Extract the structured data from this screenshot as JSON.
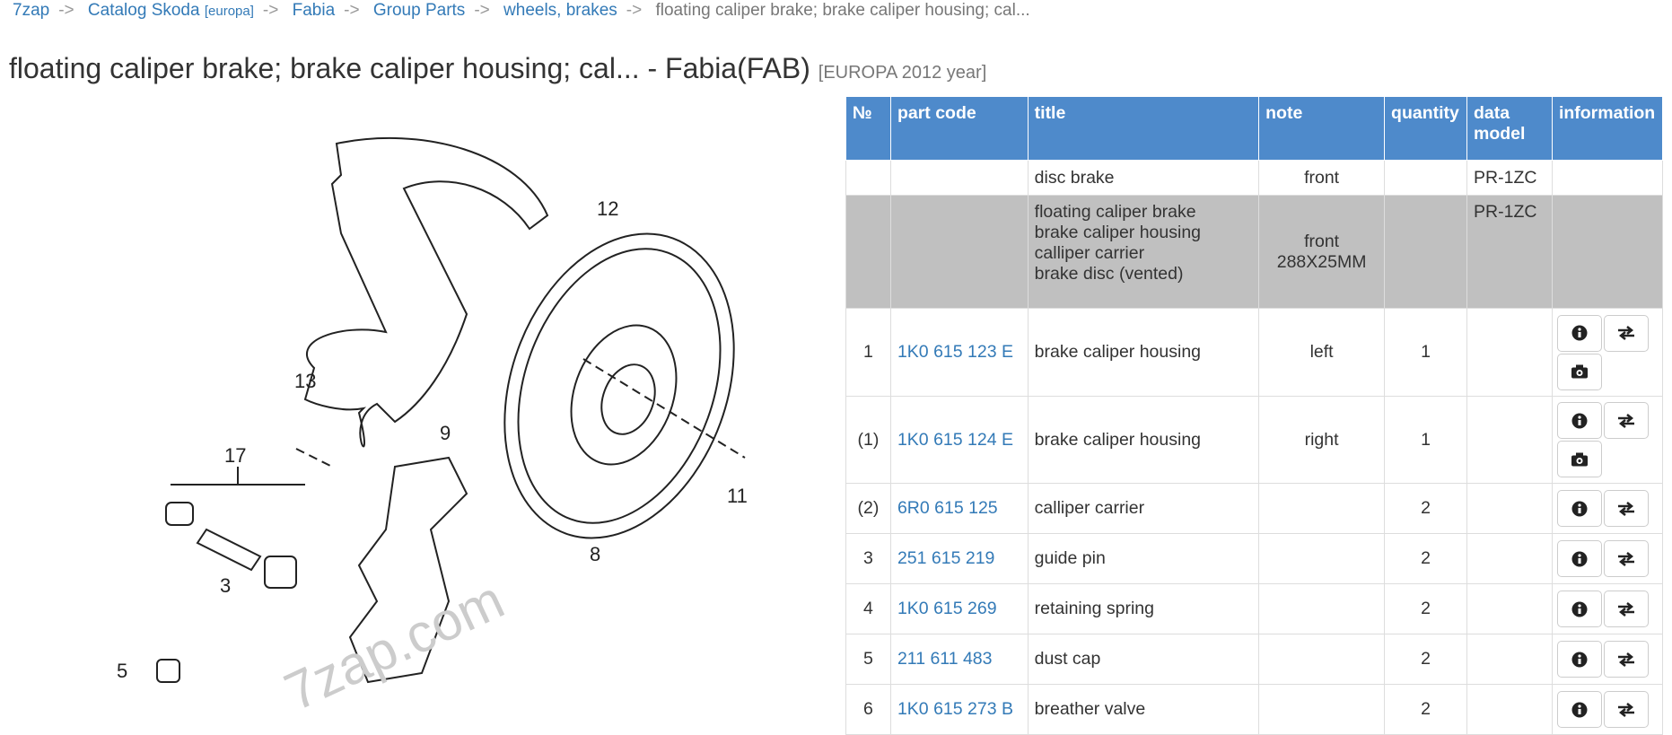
{
  "breadcrumb": {
    "items": [
      "7zap",
      "Catalog Skoda",
      "Fabia",
      "Group Parts",
      "wheels, brakes"
    ],
    "region": "[europa]",
    "separator": "->",
    "current": "floating caliper brake; brake caliper housing; cal..."
  },
  "title": {
    "main": "floating caliper brake; brake caliper housing; cal... - Fabia(FAB)",
    "sub": "[EUROPA 2012 year]"
  },
  "diagram": {
    "labels": [
      "12",
      "13",
      "17",
      "9",
      "8",
      "11",
      "3",
      "5"
    ],
    "watermark": "7zap.com"
  },
  "table": {
    "headers": [
      "№",
      "part code",
      "title",
      "note",
      "quantity",
      "data model",
      "information"
    ],
    "rows": [
      {
        "no": "",
        "code": "",
        "title": "disc brake",
        "note": "front",
        "qty": "",
        "model": "PR-1ZC",
        "buttons": []
      },
      {
        "no": "",
        "code": "",
        "title": "floating caliper brake\nbrake caliper housing\ncalliper carrier\nbrake disc (vented)",
        "note": "front\n288X25MM",
        "qty": "",
        "model": "PR-1ZC",
        "buttons": [],
        "highlight": true
      },
      {
        "no": "1",
        "code": "1K0 615 123 E",
        "title": "brake caliper housing",
        "note": "left",
        "qty": "1",
        "model": "",
        "buttons": [
          "info",
          "replace",
          "photo"
        ]
      },
      {
        "no": "(1)",
        "code": "1K0 615 124 E",
        "title": "brake caliper housing",
        "note": "right",
        "qty": "1",
        "model": "",
        "buttons": [
          "info",
          "replace",
          "photo"
        ]
      },
      {
        "no": "(2)",
        "code": "6R0 615 125",
        "title": "calliper carrier",
        "note": "",
        "qty": "2",
        "model": "",
        "buttons": [
          "info",
          "replace"
        ]
      },
      {
        "no": "3",
        "code": "251 615 219",
        "title": "guide pin",
        "note": "",
        "qty": "2",
        "model": "",
        "buttons": [
          "info",
          "replace"
        ]
      },
      {
        "no": "4",
        "code": "1K0 615 269",
        "title": "retaining spring",
        "note": "",
        "qty": "2",
        "model": "",
        "buttons": [
          "info",
          "replace"
        ]
      },
      {
        "no": "5",
        "code": "211 611 483",
        "title": "dust cap",
        "note": "",
        "qty": "2",
        "model": "",
        "buttons": [
          "info",
          "replace"
        ]
      },
      {
        "no": "6",
        "code": "1K0 615 273 B",
        "title": "breather valve",
        "note": "",
        "qty": "2",
        "model": "",
        "buttons": [
          "info",
          "replace"
        ]
      }
    ]
  },
  "colors": {
    "header": "#4e8acb",
    "link": "#337ab7",
    "highlight_row": "#c0c0c0"
  }
}
